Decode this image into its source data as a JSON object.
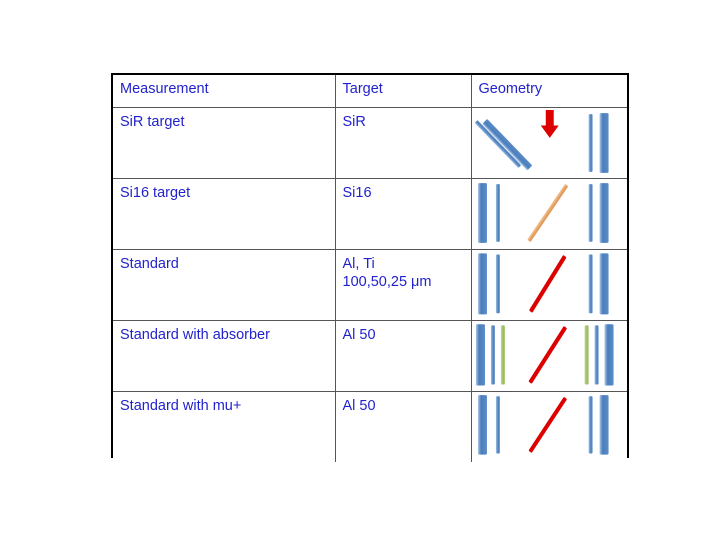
{
  "slide": {
    "background_color": "#FFFFFF",
    "text_color": "#2222CC",
    "border_color": "#000000"
  },
  "table": {
    "columns": [
      {
        "id": "measurement",
        "header": "Measurement"
      },
      {
        "id": "target",
        "header": "Target"
      },
      {
        "id": "geometry",
        "header": "Geometry"
      }
    ],
    "rows": [
      {
        "measurement": "SiR target",
        "target": "SiR",
        "geometry": {
          "name": "sir-target-geometry",
          "left_detectors": [],
          "tilted_bars": 2,
          "tilted_bar_color": "#4A7EBB",
          "beam_line": null,
          "arrow": {
            "color": "#DD0000",
            "direction": "down"
          },
          "right_detectors": [
            {
              "color": "#4A7EBB",
              "width": "thin"
            },
            {
              "color": "#4A7EBB",
              "width": "thick"
            }
          ]
        }
      },
      {
        "measurement": "Si16 target",
        "target": "Si16",
        "geometry": {
          "name": "si16-target-geometry",
          "left_detectors": [
            {
              "color": "#4A7EBB",
              "width": "thick"
            },
            {
              "color": "#4A7EBB",
              "width": "thin"
            }
          ],
          "tilted_bars": 0,
          "beam_line": {
            "color": "#E8A568",
            "style": "diagonal"
          },
          "arrow": null,
          "right_detectors": [
            {
              "color": "#4A7EBB",
              "width": "thin"
            },
            {
              "color": "#4A7EBB",
              "width": "thick"
            }
          ]
        }
      },
      {
        "measurement": "Standard",
        "target": "Al, Ti\n100,50,25 μm",
        "geometry": {
          "name": "standard-geometry",
          "left_detectors": [
            {
              "color": "#4A7EBB",
              "width": "thick"
            },
            {
              "color": "#4A7EBB",
              "width": "thin"
            }
          ],
          "tilted_bars": 0,
          "beam_line": {
            "color": "#DD0000",
            "style": "diagonal"
          },
          "arrow": null,
          "right_detectors": [
            {
              "color": "#4A7EBB",
              "width": "thin"
            },
            {
              "color": "#4A7EBB",
              "width": "thick"
            }
          ]
        }
      },
      {
        "measurement": "Standard with absorber",
        "target": "Al 50",
        "geometry": {
          "name": "standard-with-absorber-geometry",
          "left_detectors": [
            {
              "color": "#4A7EBB",
              "width": "thick"
            },
            {
              "color": "#4A7EBB",
              "width": "thin"
            },
            {
              "color": "#9BBB59",
              "width": "thin"
            }
          ],
          "tilted_bars": 0,
          "beam_line": {
            "color": "#DD0000",
            "style": "diagonal"
          },
          "arrow": null,
          "right_detectors": [
            {
              "color": "#9BBB59",
              "width": "thin"
            },
            {
              "color": "#4A7EBB",
              "width": "thin"
            },
            {
              "color": "#4A7EBB",
              "width": "thick"
            }
          ]
        }
      },
      {
        "measurement": "Standard with mu+",
        "target": "Al 50",
        "geometry": {
          "name": "standard-with-mu-plus-geometry",
          "left_detectors": [
            {
              "color": "#4A7EBB",
              "width": "thick"
            },
            {
              "color": "#4A7EBB",
              "width": "thin"
            }
          ],
          "tilted_bars": 0,
          "beam_line": {
            "color": "#DD0000",
            "style": "diagonal"
          },
          "arrow": null,
          "right_detectors": [
            {
              "color": "#4A7EBB",
              "width": "thin"
            },
            {
              "color": "#4A7EBB",
              "width": "thick"
            }
          ]
        }
      }
    ]
  }
}
